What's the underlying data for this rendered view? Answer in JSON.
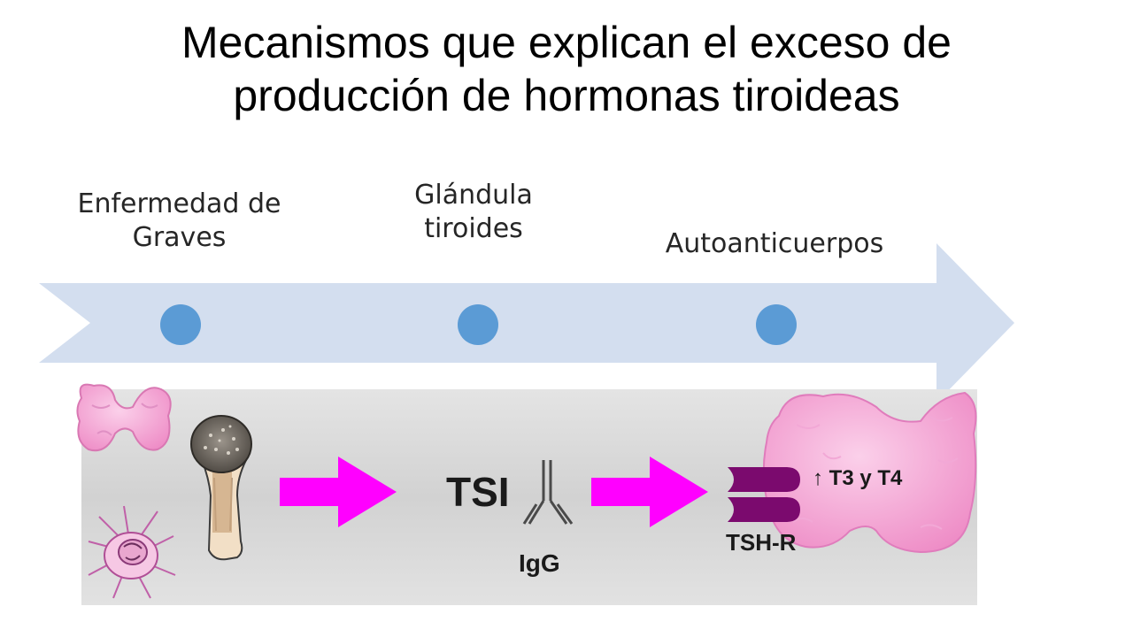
{
  "slide": {
    "title_line1": "Mecanismos que explican el exceso de",
    "title_line2": "producción de hormonas tiroideas"
  },
  "timeline": {
    "steps": [
      {
        "label_line1": "Enfermedad de",
        "label_line2": "Graves"
      },
      {
        "label_line1": "Glándula",
        "label_line2": "tiroides"
      },
      {
        "label_line1": "Autoanticuerpos",
        "label_line2": ""
      }
    ],
    "arrow_color": "#d3deef",
    "dot_color": "#5b9bd5"
  },
  "figure": {
    "tsi_label": "TSI",
    "igg_label": "IgG",
    "receptor_label": "TSH-R",
    "hormone_label": "↑ T3 y T4",
    "accent_color": "#ff00ff",
    "thyroid_color": "#f5a3d3",
    "receptor_color": "#7b0a6e"
  }
}
